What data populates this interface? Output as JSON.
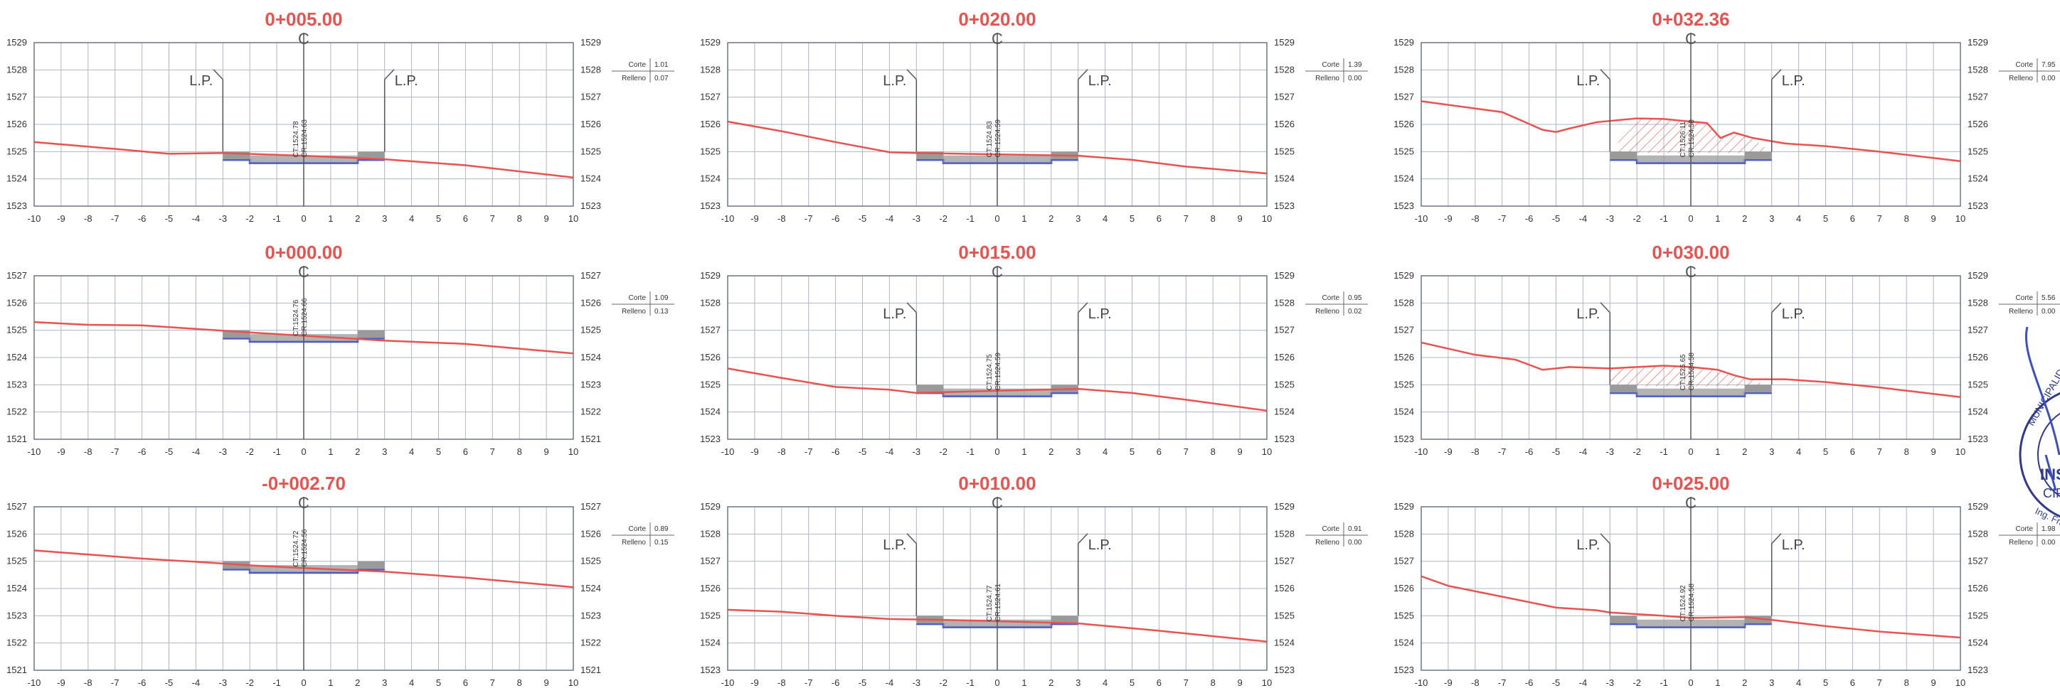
{
  "sheet": {
    "colors": {
      "terrain": "#e8534f",
      "title": "#e8534f",
      "grid": "#aeb6c6",
      "frame": "#6b7585",
      "subgrade": "#4a5cc9",
      "pavement": "#9a9a9a",
      "cut_hatch": "#e8534f",
      "text": "#333333",
      "stamp": "#2f3a8f"
    },
    "labels": {
      "centerline": "C",
      "left_limit": "L.P.",
      "right_limit": "L.P.",
      "cut": "Corte",
      "fill": "Relleno"
    },
    "stamp": {
      "lines": [
        "MUNICIPALIDAD",
        "INS",
        "CIP",
        "Ing. Franco"
      ]
    },
    "sections": [
      {
        "title": "0+005.00",
        "cut": "1.01",
        "fill": "0.07",
        "elev_min": 1523,
        "elev_max": 1529,
        "x_ticks": [
          -10,
          -9,
          -8,
          -7,
          -6,
          -5,
          -4,
          -3,
          -2,
          -1,
          0,
          1,
          2,
          3,
          4,
          5,
          6,
          7,
          8,
          9,
          10
        ],
        "y_ticks": [
          1523,
          1524,
          1525,
          1526,
          1527,
          1528,
          1529
        ],
        "subgrade_label": "CR:1524.63",
        "terrain_label": "CT:1524.78",
        "show_lp": true,
        "cut_hatch": false,
        "terrain": [
          [
            -10,
            1525.35
          ],
          [
            -7,
            1525.1
          ],
          [
            -5,
            1524.92
          ],
          [
            -3,
            1524.95
          ],
          [
            0,
            1524.85
          ],
          [
            3,
            1524.72
          ],
          [
            6,
            1524.5
          ],
          [
            10,
            1524.05
          ]
        ]
      },
      {
        "title": "0+020.00",
        "cut": "1.39",
        "fill": "0.00",
        "elev_min": 1523,
        "elev_max": 1529,
        "x_ticks": [
          -10,
          -9,
          -8,
          -7,
          -6,
          -5,
          -4,
          -3,
          -2,
          -1,
          0,
          1,
          2,
          3,
          4,
          5,
          6,
          7,
          8,
          9,
          10
        ],
        "y_ticks": [
          1523,
          1524,
          1525,
          1526,
          1527,
          1528,
          1529
        ],
        "subgrade_label": "CR:1524.59",
        "terrain_label": "CT:1524.83",
        "show_lp": true,
        "cut_hatch": false,
        "terrain": [
          [
            -10,
            1526.1
          ],
          [
            -8,
            1525.75
          ],
          [
            -6,
            1525.35
          ],
          [
            -4,
            1524.98
          ],
          [
            -3,
            1524.95
          ],
          [
            0,
            1524.9
          ],
          [
            3,
            1524.85
          ],
          [
            5,
            1524.7
          ],
          [
            7,
            1524.45
          ],
          [
            10,
            1524.2
          ]
        ]
      },
      {
        "title": "0+032.36",
        "cut": "7.95",
        "fill": "0.00",
        "elev_min": 1523,
        "elev_max": 1529,
        "x_ticks": [
          -10,
          -9,
          -8,
          -7,
          -6,
          -5,
          -4,
          -3,
          -2,
          -1,
          0,
          1,
          2,
          3,
          4,
          5,
          6,
          7,
          8,
          9,
          10
        ],
        "y_ticks": [
          1523,
          1524,
          1525,
          1526,
          1527,
          1528,
          1529
        ],
        "subgrade_label": "CR:1524.58",
        "terrain_label": "CT:1526.11",
        "show_lp": true,
        "cut_hatch": true,
        "terrain": [
          [
            -10,
            1526.85
          ],
          [
            -7,
            1526.45
          ],
          [
            -5.5,
            1525.8
          ],
          [
            -5,
            1525.72
          ],
          [
            -4.5,
            1525.85
          ],
          [
            -3.5,
            1526.08
          ],
          [
            -2,
            1526.22
          ],
          [
            -1,
            1526.2
          ],
          [
            0,
            1526.1
          ],
          [
            0.6,
            1526.05
          ],
          [
            1.1,
            1525.5
          ],
          [
            1.6,
            1525.7
          ],
          [
            2.3,
            1525.5
          ],
          [
            3.5,
            1525.3
          ],
          [
            5,
            1525.2
          ],
          [
            7,
            1525.0
          ],
          [
            10,
            1524.65
          ]
        ]
      },
      {
        "title": "0+000.00",
        "cut": "1.09",
        "fill": "0.13",
        "elev_min": 1521,
        "elev_max": 1527,
        "x_ticks": [
          -10,
          -9,
          -8,
          -7,
          -6,
          -5,
          -4,
          -3,
          -2,
          -1,
          0,
          1,
          2,
          3,
          4,
          5,
          6,
          7,
          8,
          9,
          10
        ],
        "y_ticks": [
          1521,
          1522,
          1523,
          1524,
          1525,
          1526,
          1527
        ],
        "subgrade_label": "CR:1524.66",
        "terrain_label": "CT:1524.76",
        "show_lp": false,
        "cut_hatch": false,
        "terrain": [
          [
            -10,
            1525.3
          ],
          [
            -8,
            1525.2
          ],
          [
            -6,
            1525.18
          ],
          [
            -4,
            1525.05
          ],
          [
            -2,
            1524.92
          ],
          [
            0,
            1524.8
          ],
          [
            3,
            1524.62
          ],
          [
            6,
            1524.5
          ],
          [
            10,
            1524.15
          ]
        ]
      },
      {
        "title": "0+015.00",
        "cut": "0.95",
        "fill": "0.02",
        "elev_min": 1523,
        "elev_max": 1529,
        "x_ticks": [
          -10,
          -9,
          -8,
          -7,
          -6,
          -5,
          -4,
          -3,
          -2,
          -1,
          0,
          1,
          2,
          3,
          4,
          5,
          6,
          7,
          8,
          9,
          10
        ],
        "y_ticks": [
          1523,
          1524,
          1525,
          1526,
          1527,
          1528,
          1529
        ],
        "subgrade_label": "CR:1524.59",
        "terrain_label": "CT:1524.75",
        "show_lp": true,
        "cut_hatch": false,
        "terrain": [
          [
            -10,
            1525.6
          ],
          [
            -8,
            1525.25
          ],
          [
            -6,
            1524.92
          ],
          [
            -4,
            1524.82
          ],
          [
            -3,
            1524.7
          ],
          [
            0,
            1524.78
          ],
          [
            3,
            1524.85
          ],
          [
            5,
            1524.7
          ],
          [
            7,
            1524.45
          ],
          [
            10,
            1524.05
          ]
        ]
      },
      {
        "title": "0+030.00",
        "cut": "5.56",
        "fill": "0.00",
        "elev_min": 1523,
        "elev_max": 1529,
        "x_ticks": [
          -10,
          -9,
          -8,
          -7,
          -6,
          -5,
          -4,
          -3,
          -2,
          -1,
          0,
          1,
          2,
          3,
          4,
          5,
          6,
          7,
          8,
          9,
          10
        ],
        "y_ticks": [
          1523,
          1524,
          1525,
          1526,
          1527,
          1528,
          1529
        ],
        "subgrade_label": "CR:1524.58",
        "terrain_label": "CT:1525.65",
        "show_lp": true,
        "cut_hatch": true,
        "terrain": [
          [
            -10,
            1526.55
          ],
          [
            -8,
            1526.1
          ],
          [
            -6.5,
            1525.92
          ],
          [
            -5.5,
            1525.55
          ],
          [
            -4.5,
            1525.65
          ],
          [
            -3,
            1525.6
          ],
          [
            -1,
            1525.7
          ],
          [
            0,
            1525.65
          ],
          [
            1,
            1525.55
          ],
          [
            1.6,
            1525.35
          ],
          [
            2.2,
            1525.2
          ],
          [
            3.5,
            1525.2
          ],
          [
            5,
            1525.1
          ],
          [
            7,
            1524.9
          ],
          [
            10,
            1524.55
          ]
        ]
      },
      {
        "title": "-0+002.70",
        "cut": "0.89",
        "fill": "0.15",
        "elev_min": 1521,
        "elev_max": 1527,
        "x_ticks": [
          -10,
          -9,
          -8,
          -7,
          -6,
          -5,
          -4,
          -3,
          -2,
          -1,
          0,
          1,
          2,
          3,
          4,
          5,
          6,
          7,
          8,
          9,
          10
        ],
        "y_ticks": [
          1521,
          1522,
          1523,
          1524,
          1525,
          1526,
          1527
        ],
        "subgrade_label": "CR:1524.56",
        "terrain_label": "CT:1524.72",
        "show_lp": false,
        "cut_hatch": false,
        "terrain": [
          [
            -10,
            1525.4
          ],
          [
            -8,
            1525.25
          ],
          [
            -6,
            1525.1
          ],
          [
            -4,
            1524.98
          ],
          [
            -2,
            1524.85
          ],
          [
            0,
            1524.75
          ],
          [
            3,
            1524.62
          ],
          [
            6,
            1524.4
          ],
          [
            10,
            1524.05
          ]
        ]
      },
      {
        "title": "0+010.00",
        "cut": "0.91",
        "fill": "0.00",
        "elev_min": 1523,
        "elev_max": 1529,
        "x_ticks": [
          -10,
          -9,
          -8,
          -7,
          -6,
          -5,
          -4,
          -3,
          -2,
          -1,
          0,
          1,
          2,
          3,
          4,
          5,
          6,
          7,
          8,
          9,
          10
        ],
        "y_ticks": [
          1523,
          1524,
          1525,
          1526,
          1527,
          1528,
          1529
        ],
        "subgrade_label": "CR:1524.61",
        "terrain_label": "CT:1524.77",
        "show_lp": true,
        "cut_hatch": false,
        "terrain": [
          [
            -10,
            1525.22
          ],
          [
            -8,
            1525.15
          ],
          [
            -6,
            1525.0
          ],
          [
            -4,
            1524.88
          ],
          [
            -2,
            1524.85
          ],
          [
            0,
            1524.8
          ],
          [
            3,
            1524.72
          ],
          [
            6,
            1524.45
          ],
          [
            10,
            1524.05
          ]
        ]
      },
      {
        "title": "0+025.00",
        "cut": "1.98",
        "fill": "0.00",
        "elev_min": 1523,
        "elev_max": 1529,
        "x_ticks": [
          -10,
          -9,
          -8,
          -7,
          -6,
          -5,
          -4,
          -3,
          -2,
          -1,
          0,
          1,
          2,
          3,
          4,
          5,
          6,
          7,
          8,
          9,
          10
        ],
        "y_ticks": [
          1523,
          1524,
          1525,
          1526,
          1527,
          1528,
          1529
        ],
        "subgrade_label": "CR:1524.58",
        "terrain_label": "CT:1524.92",
        "show_lp": true,
        "cut_hatch": false,
        "terrain": [
          [
            -10,
            1526.45
          ],
          [
            -9,
            1526.1
          ],
          [
            -7,
            1525.7
          ],
          [
            -5,
            1525.3
          ],
          [
            -3.5,
            1525.2
          ],
          [
            -3,
            1525.12
          ],
          [
            -1,
            1525.0
          ],
          [
            0,
            1524.92
          ],
          [
            2,
            1524.95
          ],
          [
            3,
            1524.85
          ],
          [
            5,
            1524.62
          ],
          [
            7,
            1524.42
          ],
          [
            10,
            1524.2
          ]
        ]
      }
    ]
  }
}
